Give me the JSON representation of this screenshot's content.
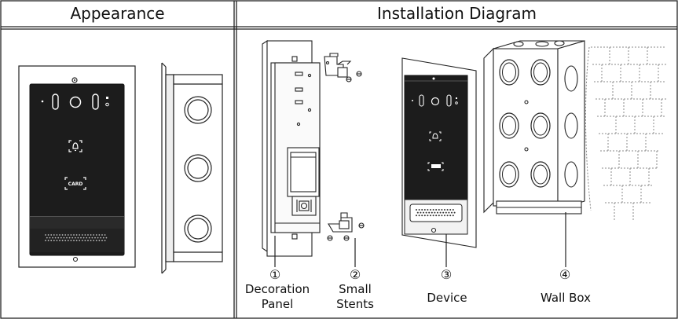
{
  "headers": {
    "appearance": "Appearance",
    "installation": "Installation Diagram"
  },
  "device_text": {
    "card_label": "CARD"
  },
  "parts": [
    {
      "number": "①",
      "name_line1": "Decoration",
      "name_line2": "Panel"
    },
    {
      "number": "②",
      "name_line1": "Small",
      "name_line2": "Stents"
    },
    {
      "number": "③",
      "name_line1": "Device",
      "name_line2": ""
    },
    {
      "number": "④",
      "name_line1": "Wall Box",
      "name_line2": ""
    }
  ],
  "colors": {
    "line": "#1a1a1a",
    "device_face": "#1c1c1c",
    "panel": "#ffffff",
    "speaker_bar": "#3a3a3a"
  }
}
